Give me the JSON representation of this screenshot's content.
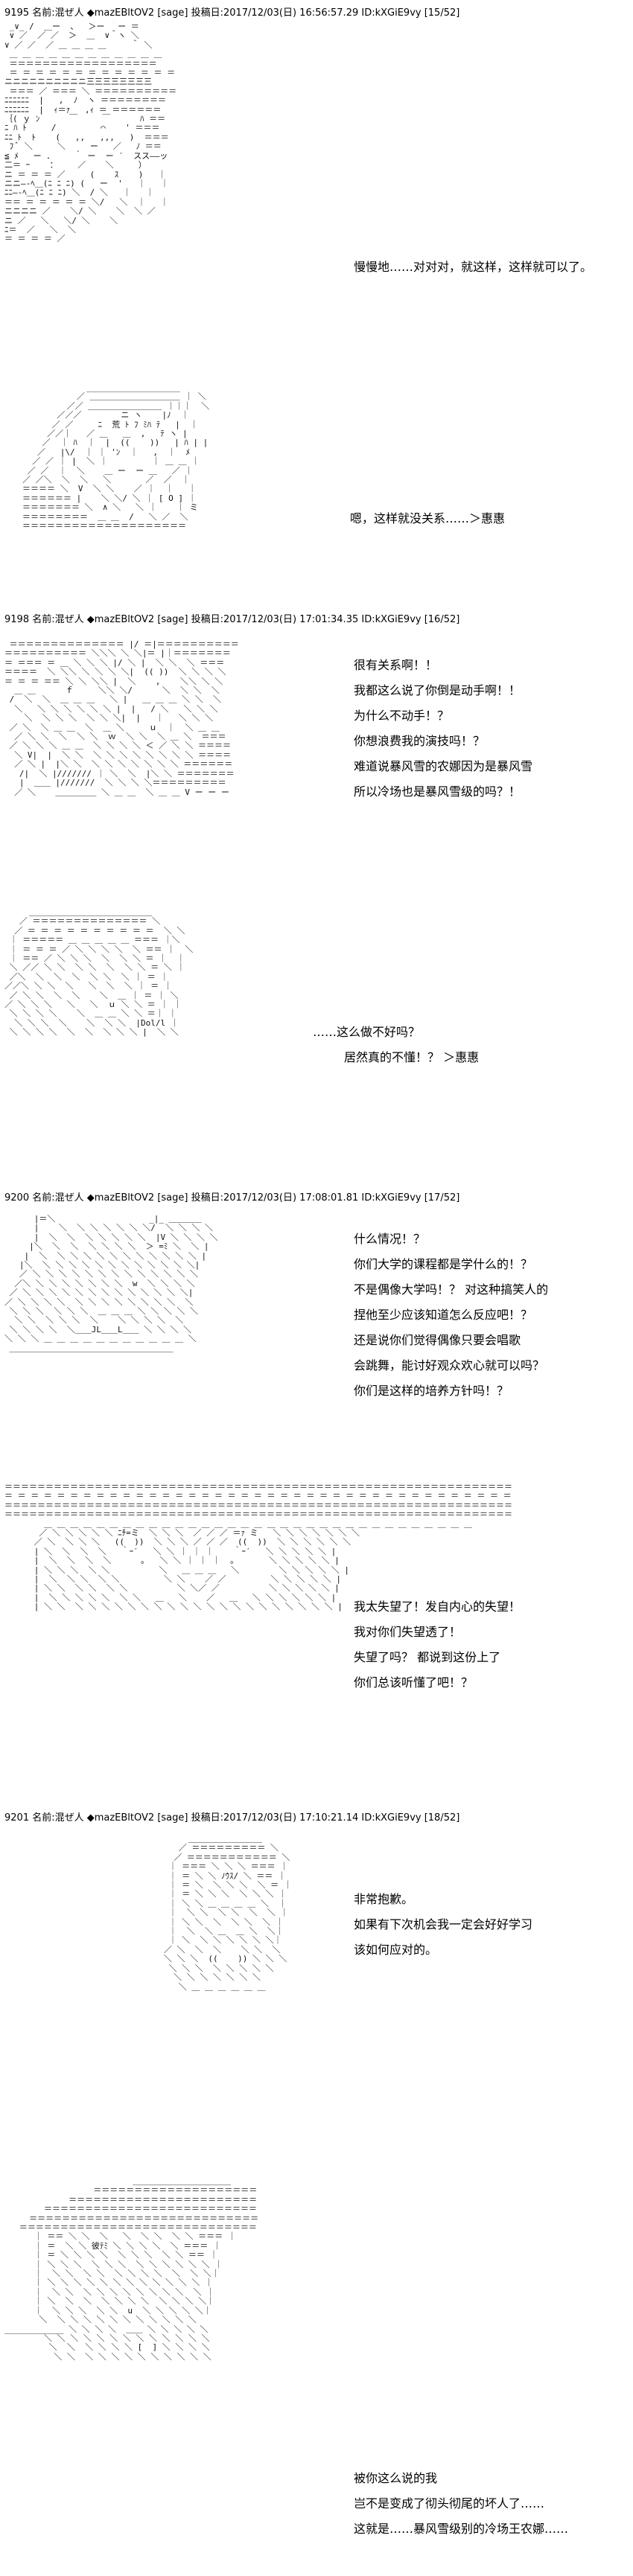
{
  "posts": [
    {
      "header": "9195 名前:混ぜ人 ◆mazEBltOV2 [sage] 投稿日:2017/12/03(日) 16:56:57.29 ID:kXGiE9vy [15/52]",
      "panels": [
        {
          "lines": [
            "慢慢地……对对对，就这样，这样就可以了。"
          ]
        },
        {
          "lines": [
            "嗯，这样就没关系……＞惠惠"
          ]
        }
      ]
    },
    {
      "header": "9198 名前:混ぜ人 ◆mazEBltOV2 [sage] 投稿日:2017/12/03(日) 17:01:34.35 ID:kXGiE9vy [16/52]",
      "panels": [
        {
          "lines": [
            "很有关系啊！！",
            "我都这么说了你倒是动手啊！！",
            "为什么不动手！？",
            "你想浪费我的演技吗！？",
            "难道说暴风雪的农娜因为是暴风雪",
            "所以冷场也是暴风雪级的吗？！"
          ]
        },
        {
          "lines": [
            "……这么做不好吗？",
            "居然真的不懂！？ ＞惠惠"
          ]
        }
      ]
    },
    {
      "header": "9200 名前:混ぜ人 ◆mazEBltOV2 [sage] 投稿日:2017/12/03(日) 17:08:01.81 ID:kXGiE9vy [17/52]",
      "panels": [
        {
          "lines": [
            "什么情况！？",
            "你们大学的课程都是学什么的！？",
            "不是偶像大学吗！？ 对这种搞笑人的",
            "捏他至少应该知道怎么反应吧！？",
            "还是说你们觉得偶像只要会唱歌",
            "会跳舞，能讨好观众欢心就可以吗？",
            "你们是这样的培养方针吗！？"
          ]
        },
        {
          "lines": [
            "我太失望了！发自内心的失望！",
            "我对你们失望透了！",
            "失望了吗？ 都说到这份上了",
            "你们总该听懂了吧！？"
          ]
        }
      ]
    },
    {
      "header": "9201 名前:混ぜ人 ◆mazEBltOV2 [sage] 投稿日:2017/12/03(日) 17:10:21.14 ID:kXGiE9vy [18/52]",
      "panels": [
        {
          "lines": [
            "非常抱歉。",
            "如果有下次机会我一定会好好学习",
            "该如何应对的。"
          ]
        },
        {
          "lines": [
            "被你这么说的我",
            "岂不是变成了彻头彻尾的坏人了……",
            "这就是……暴风雪级别的冷场王农娜……"
          ]
        }
      ]
    }
  ]
}
